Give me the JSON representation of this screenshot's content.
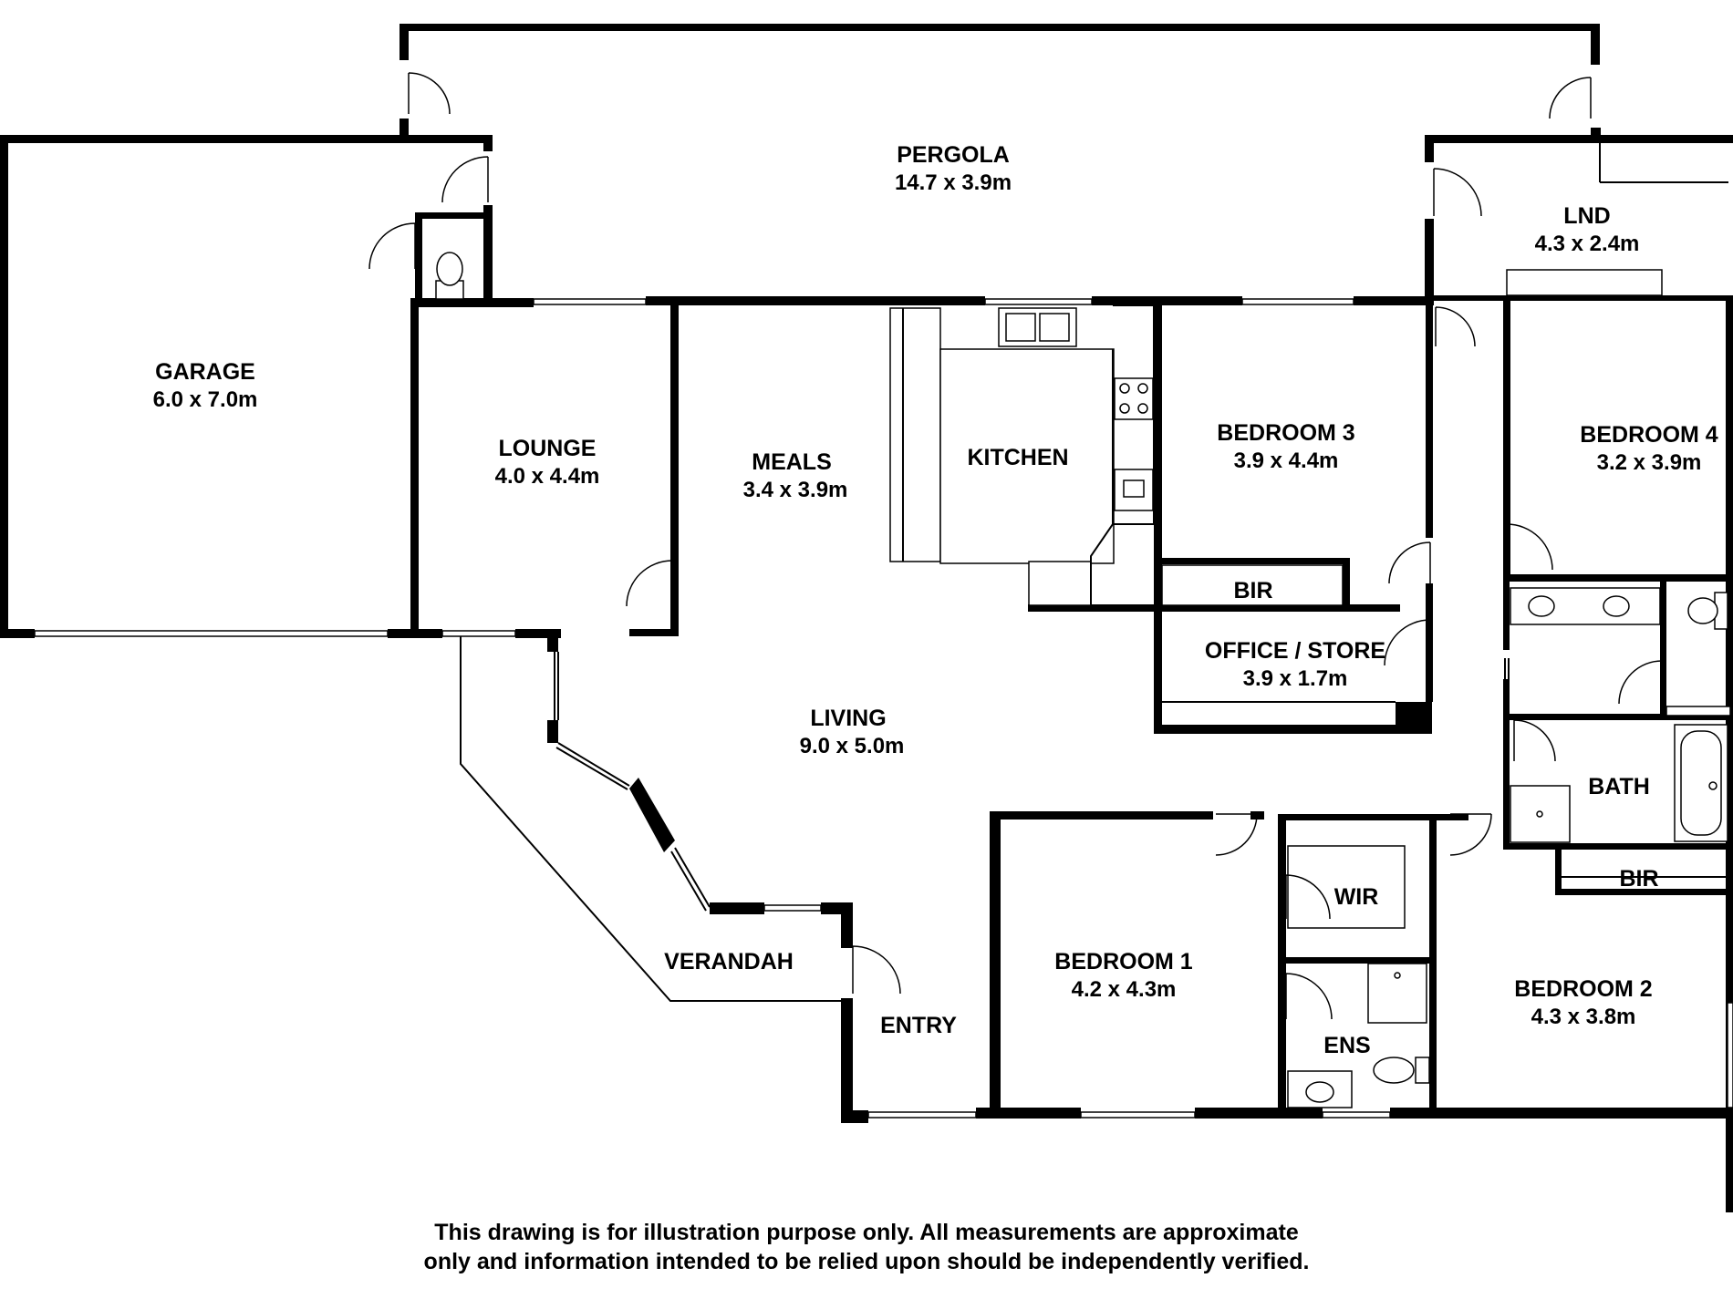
{
  "rooms": {
    "pergola": {
      "name": "PERGOLA",
      "dims": "14.7 x 3.9m"
    },
    "garage": {
      "name": "GARAGE",
      "dims": "6.0 x 7.0m"
    },
    "lounge": {
      "name": "LOUNGE",
      "dims": "4.0 x 4.4m"
    },
    "meals": {
      "name": "MEALS",
      "dims": "3.4 x 3.9m"
    },
    "kitchen": {
      "name": "KITCHEN"
    },
    "bedroom3": {
      "name": "BEDROOM 3",
      "dims": "3.9 x 4.4m"
    },
    "bir_bed3": {
      "name": "BIR"
    },
    "lnd": {
      "name": "LND",
      "dims": "4.3 x 2.4m"
    },
    "bedroom4": {
      "name": "BEDROOM 4",
      "dims": "3.2 x 3.9m"
    },
    "office": {
      "name": "OFFICE / STORE",
      "dims": "3.9 x 1.7m"
    },
    "living": {
      "name": "LIVING",
      "dims": "9.0 x 5.0m"
    },
    "bath": {
      "name": "BATH"
    },
    "bir_bed2": {
      "name": "BIR"
    },
    "wir": {
      "name": "WIR"
    },
    "verandah": {
      "name": "VERANDAH"
    },
    "entry": {
      "name": "ENTRY"
    },
    "bedroom1": {
      "name": "BEDROOM 1",
      "dims": "4.2 x 4.3m"
    },
    "ens": {
      "name": "ENS"
    },
    "bedroom2": {
      "name": "BEDROOM 2",
      "dims": "4.3 x 3.8m"
    }
  },
  "disclaimer": {
    "line1": "This drawing is for illustration purpose only. All measurements are approximate",
    "line2": "only and information intended to be relied upon should be independently verified."
  }
}
